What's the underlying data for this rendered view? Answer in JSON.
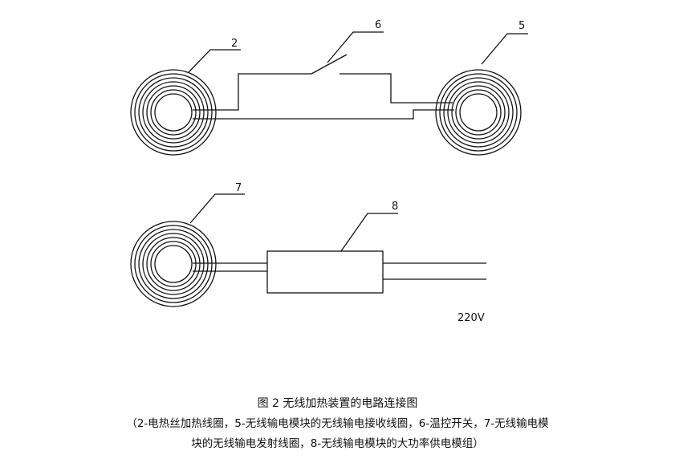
{
  "labels": {
    "coil_heating": "2",
    "coil_receiver": "5",
    "switch": "6",
    "coil_transmitter": "7",
    "power_module": "8",
    "voltage": "220V"
  },
  "caption": {
    "title": "图 2 无线加热装置的电路连接图",
    "line1": "（2-电热丝加热线圈，5-无线输电模块的无线输电接收线圈，6-温控开关，7-无线输电模",
    "line2": "块的无线输电发射线圈，8-无线输电模块的大功率供电模组）"
  }
}
